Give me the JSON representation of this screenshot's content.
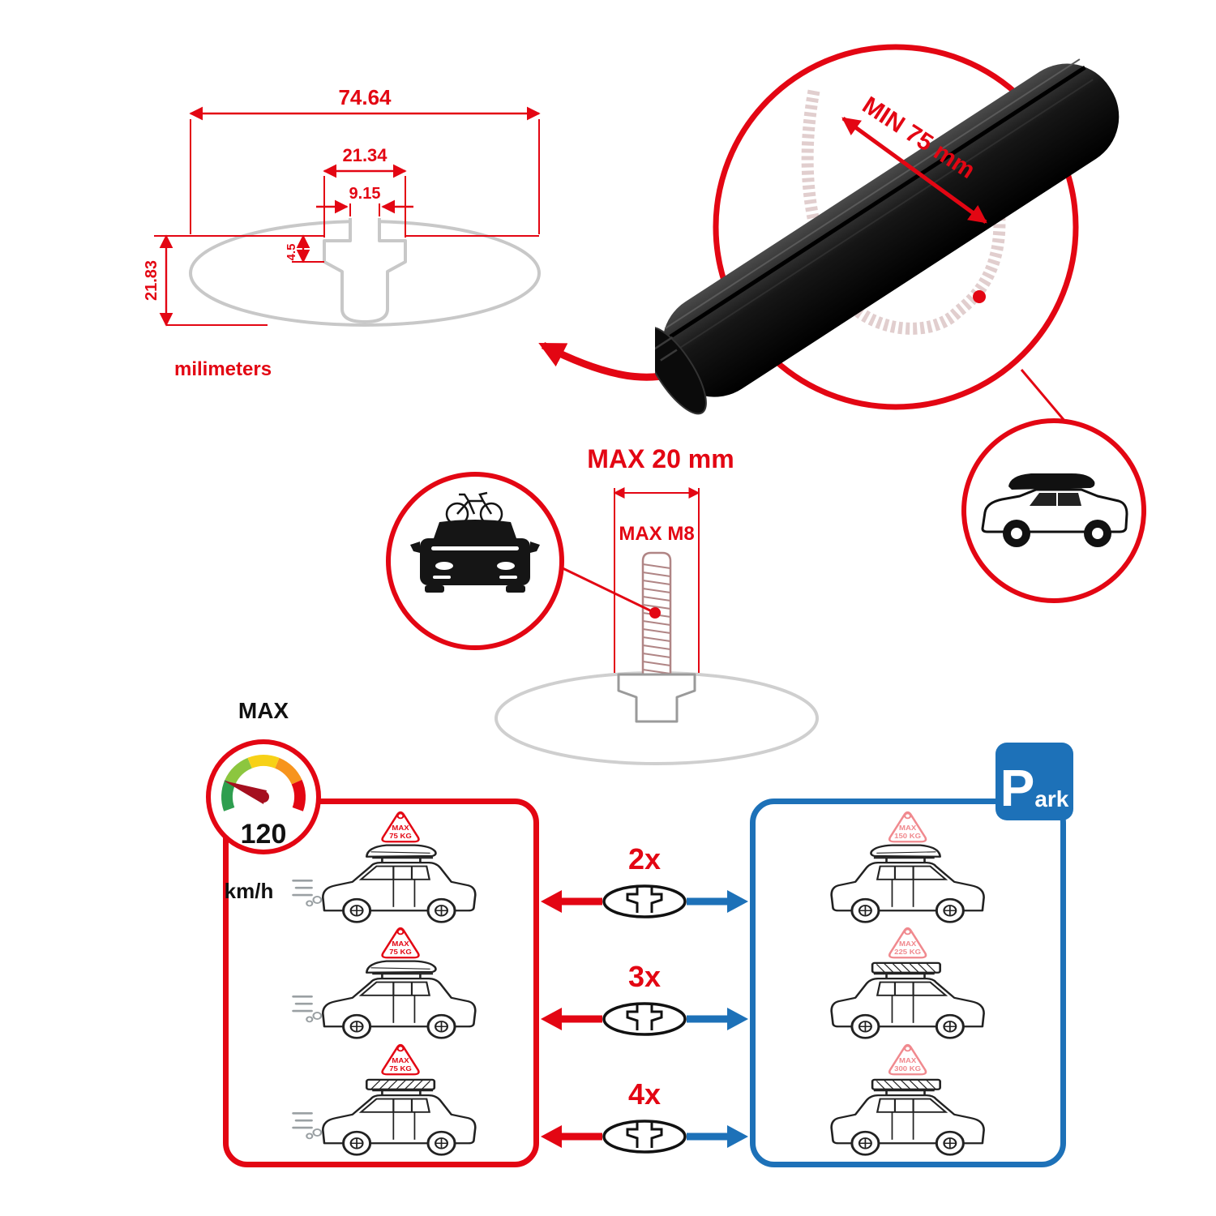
{
  "colors": {
    "red": "#e30613",
    "blue": "#1d71b8",
    "bar_black": "#0b0b0b",
    "ghost_gray": "#cfcfcf"
  },
  "dimensions": {
    "total_width": "74.64",
    "channel_width": "21.34",
    "slot_width": "9.15",
    "lip_height": "4.5",
    "total_height": "21.83",
    "units": "milimeters"
  },
  "bar": {
    "min_label": "MIN 75 mm"
  },
  "bolt": {
    "width_label": "MAX 20 mm",
    "thread_label": "MAX M8"
  },
  "speed": {
    "label": "MAX",
    "value": "120",
    "units": "km/h"
  },
  "park": {
    "p": "P",
    "ark": "ark"
  },
  "comparison": {
    "rows": [
      {
        "multiplier": "2x",
        "driving": {
          "max": "MAX",
          "value": "75 KG"
        },
        "parked": {
          "max": "MAX",
          "value": "150 KG"
        }
      },
      {
        "multiplier": "3x",
        "driving": {
          "max": "MAX",
          "value": "75 KG"
        },
        "parked": {
          "max": "MAX",
          "value": "225 KG"
        }
      },
      {
        "multiplier": "4x",
        "driving": {
          "max": "MAX",
          "value": "75 KG"
        },
        "parked": {
          "max": "MAX",
          "value": "300 KG"
        }
      }
    ]
  }
}
